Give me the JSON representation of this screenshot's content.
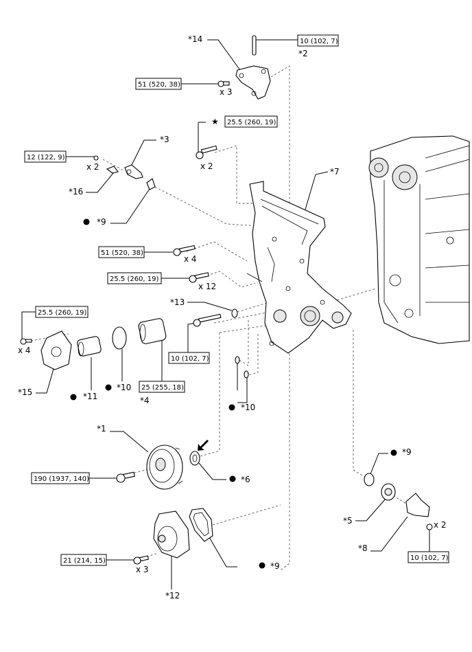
{
  "labels": {
    "p14": "*14",
    "p2": "*2",
    "p3": "*3",
    "p16": "*16",
    "p9a": "*9",
    "p7": "*7",
    "p13": "*13",
    "p15": "*15",
    "p11": "*11",
    "p10a": "*10",
    "p4": "*4",
    "p10b": "*10",
    "p1": "*1",
    "p6": "*6",
    "p9b": "*9",
    "p5": "*5",
    "p8": "*8",
    "p9c": "*9",
    "p12": "*12"
  },
  "torque": {
    "t1": "10 (102, 7)",
    "t2": "51 (520, 38)",
    "t3": "25.5 (260, 19)",
    "t4": "12 (122, 9)",
    "t5": "51 (520, 38)",
    "t6": "25.5 (260, 19)",
    "t7": "25.5 (260, 19)",
    "t8": "10 (102, 7)",
    "t9": "25 (255, 18)",
    "t10": "190 (1937, 140)",
    "t11": "21 (214, 15)",
    "t12": "10 (102, 7)"
  },
  "qty": {
    "q1": "x 3",
    "q2": "x 2",
    "q3": "x 2",
    "q4": "x 4",
    "q5": "x 12",
    "q6": "x 4",
    "q7": "x 2",
    "q8": "x 3"
  },
  "symbols": {
    "star": "★"
  }
}
